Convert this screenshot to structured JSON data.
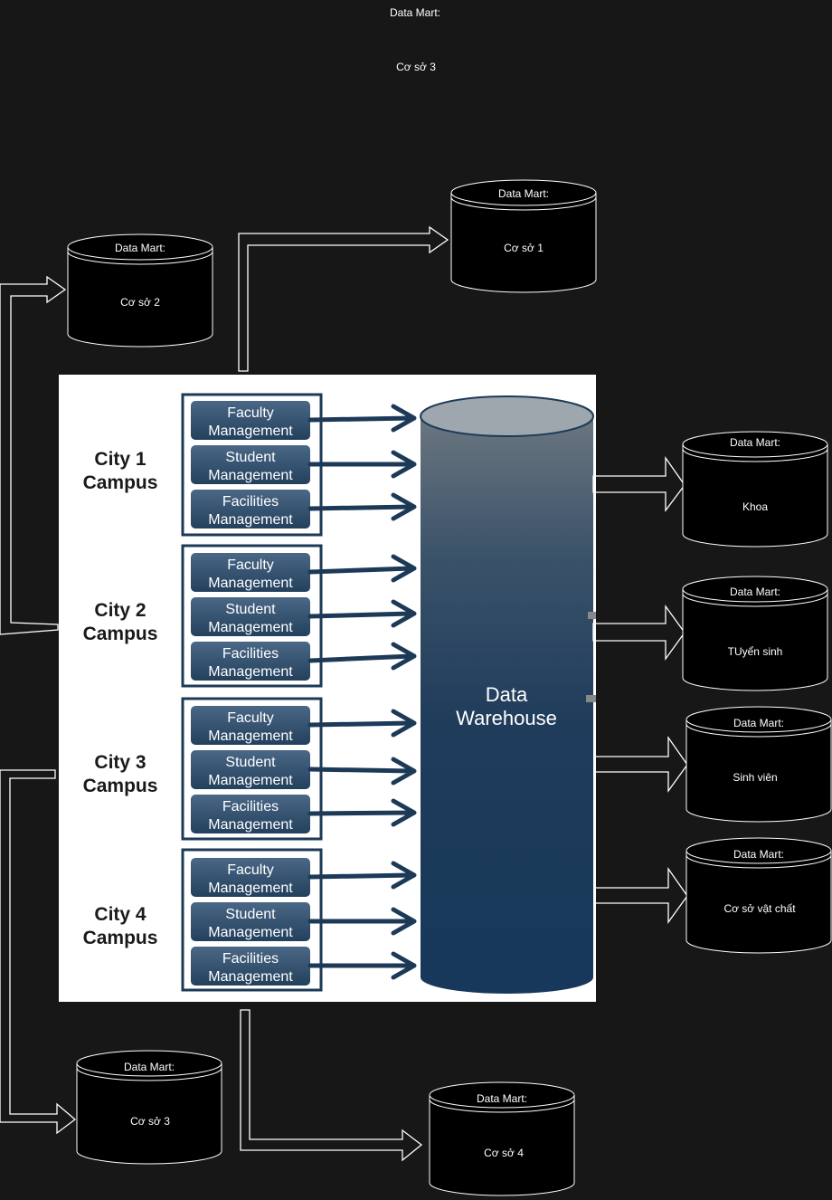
{
  "floating_labels": {
    "top": "Data Mart:",
    "second": "Cơ sở 3"
  },
  "data_marts": [
    {
      "id": "dm-co-so-1",
      "title": "Data Mart:",
      "label": "Cơ sở 1"
    },
    {
      "id": "dm-co-so-2",
      "title": "Data Mart:",
      "label": "Cơ sở 2"
    },
    {
      "id": "dm-khoa",
      "title": "Data Mart:",
      "label": "Khoa"
    },
    {
      "id": "dm-tuyen-sinh",
      "title": "Data Mart:",
      "label": "TUyển sinh"
    },
    {
      "id": "dm-sinh-vien",
      "title": "Data Mart:",
      "label": "Sinh viên"
    },
    {
      "id": "dm-co-so-vat-chat",
      "title": "Data Mart:",
      "label": "Cơ sở vật chất"
    },
    {
      "id": "dm-co-so-3",
      "title": "Data Mart:",
      "label": "Cơ sở 3"
    },
    {
      "id": "dm-co-so-4",
      "title": "Data Mart:",
      "label": "Cơ sở 4"
    }
  ],
  "campuses": [
    {
      "line1": "City 1",
      "line2": "Campus"
    },
    {
      "line1": "City 2",
      "line2": "Campus"
    },
    {
      "line1": "City 3",
      "line2": "Campus"
    },
    {
      "line1": "City 4",
      "line2": "Campus"
    }
  ],
  "modules": [
    {
      "line1": "Faculty",
      "line2": "Management"
    },
    {
      "line1": "Student",
      "line2": "Management"
    },
    {
      "line1": "Facilities",
      "line2": "Management"
    }
  ],
  "warehouse": {
    "line1": "Data",
    "line2": "Warehouse"
  },
  "colors": {
    "background": "#171717",
    "panel": "#ffffff",
    "navy": "#1c3a57",
    "module_fill": "#2f4a66",
    "stroke": "#ffffff"
  }
}
